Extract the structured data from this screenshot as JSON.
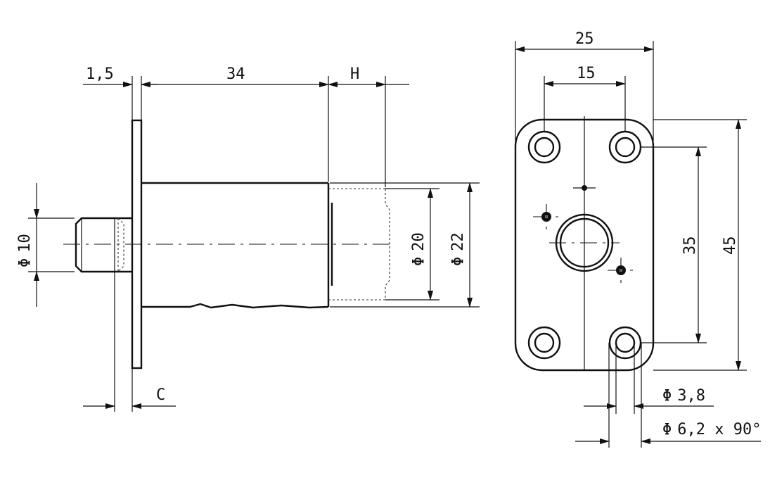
{
  "side_view": {
    "dim_flange_thickness": "1,5",
    "dim_body_length": "34",
    "dim_pin_stroke": "H",
    "dim_pin_diameter": "10",
    "dim_body_diameter_inner": "20",
    "dim_body_diameter_outer": "22",
    "dim_clearance": "C"
  },
  "front_view": {
    "dim_width": "25",
    "dim_hole_spacing_x": "15",
    "dim_hole_spacing_y": "35",
    "dim_height": "45",
    "dim_hole_diameter": "3,8",
    "dim_countersink": "6,2 x 90°"
  },
  "symbols": {
    "diameter": "Φ"
  }
}
